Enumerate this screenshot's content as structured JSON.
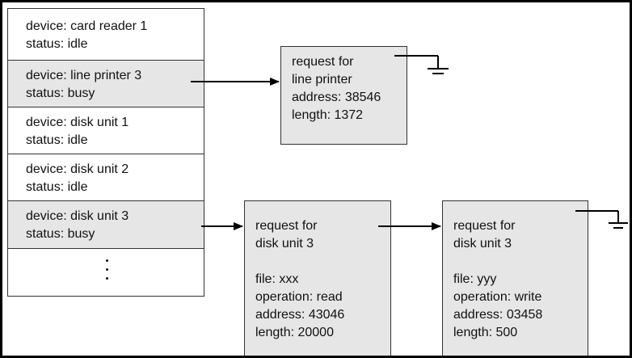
{
  "device_table": [
    {
      "device": "device: card reader 1",
      "status": "status: idle"
    },
    {
      "device": "device: line printer 3",
      "status": "status: busy"
    },
    {
      "device": "device: disk unit 1",
      "status": "status: idle"
    },
    {
      "device": "device: disk unit 2",
      "status": "status: idle"
    },
    {
      "device": "device: disk unit 3",
      "status": "status: busy"
    }
  ],
  "printer_request": {
    "line1": "request for",
    "line2": "line printer",
    "address": "address: 38546",
    "length": "length: 1372"
  },
  "disk_request_1": {
    "line1": "request for",
    "line2": "disk unit 3",
    "file": "file: xxx",
    "operation": "operation: read",
    "address": "address: 43046",
    "length": "length: 20000"
  },
  "disk_request_2": {
    "line1": "request for",
    "line2": "disk unit 3",
    "file": "file: yyy",
    "operation": "operation: write",
    "address": "address: 03458",
    "length": "length: 500"
  },
  "colors": {
    "busy_fill": "#e6e6e6",
    "line": "#000000"
  }
}
